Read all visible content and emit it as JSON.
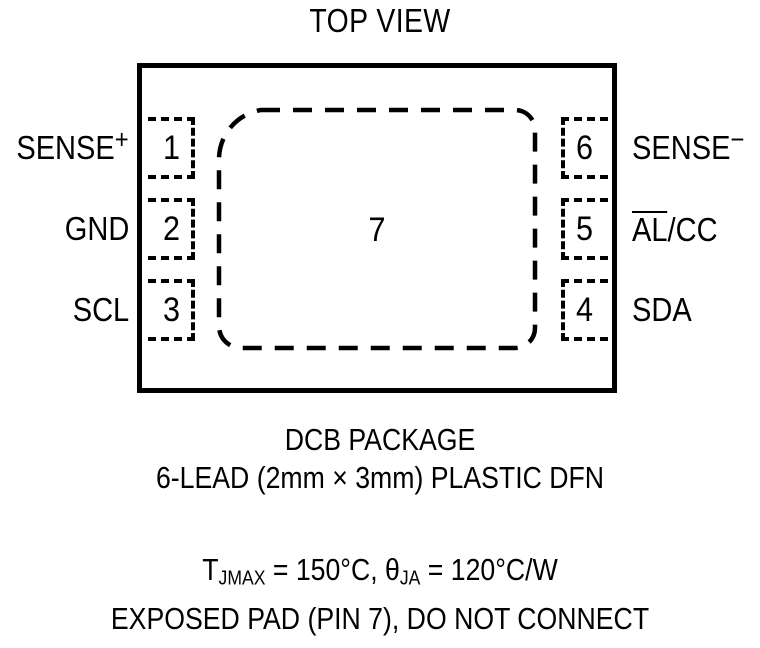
{
  "diagram": {
    "title": "TOP VIEW",
    "package_outline_name": "package-body-outline"
  },
  "pins": {
    "left": [
      {
        "number": "1",
        "label": "SENSE",
        "superscript": "+",
        "name": "sense-plus"
      },
      {
        "number": "2",
        "label": "GND",
        "superscript": "",
        "name": "gnd"
      },
      {
        "number": "3",
        "label": "SCL",
        "superscript": "",
        "name": "scl"
      }
    ],
    "right": [
      {
        "number": "6",
        "label": "SENSE",
        "superscript": "−",
        "name": "sense-minus"
      },
      {
        "number": "5",
        "label_overline": "AL",
        "label_rest": "/CC",
        "name": "al-cc"
      },
      {
        "number": "4",
        "label": "SDA",
        "superscript": "",
        "name": "sda"
      }
    ]
  },
  "exposed_pad": {
    "number": "7",
    "name": "exposed-pad"
  },
  "caption": {
    "line1": "DCB PACKAGE",
    "line2": "6-LEAD (2mm × 3mm) PLASTIC DFN"
  },
  "thermal": {
    "tjmax_symbol": "T",
    "tjmax_sub": "JMAX",
    "tjmax_value": " = 150°C, ",
    "theta_symbol": "θ",
    "theta_sub": "JA",
    "theta_value": " = 120°C/W",
    "note": "EXPOSED PAD (PIN 7), DO NOT CONNECT"
  },
  "colors": {
    "ink": "#000000",
    "background": "#ffffff"
  }
}
